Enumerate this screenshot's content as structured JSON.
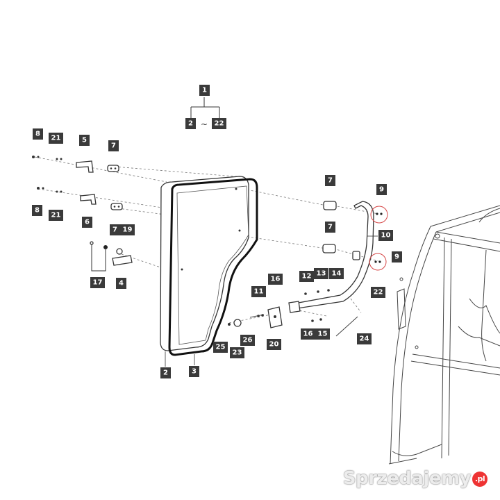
{
  "diagram": {
    "labels": {
      "l1": "1",
      "l2a": "2",
      "range_sep": "~",
      "l22a": "22",
      "l8a": "8",
      "l21a": "21",
      "l5": "5",
      "l7a": "7",
      "l8b": "8",
      "l21b": "21",
      "l6": "6",
      "l7b": "7",
      "l19": "19",
      "l17": "17",
      "l4": "4",
      "l7c": "7",
      "l9a": "9",
      "l7d": "7",
      "l10": "10",
      "l9b": "9",
      "l12": "12",
      "l13": "13",
      "l14": "14",
      "l16a": "16",
      "l11": "11",
      "l22b": "22",
      "l16b": "16",
      "l15": "15",
      "l24": "24",
      "l26": "26",
      "l25": "25",
      "l23": "23",
      "l20": "20",
      "l2b": "2",
      "l3": "3"
    }
  },
  "watermark": {
    "text": "Sprzedajemy",
    "badge": ".pl"
  }
}
